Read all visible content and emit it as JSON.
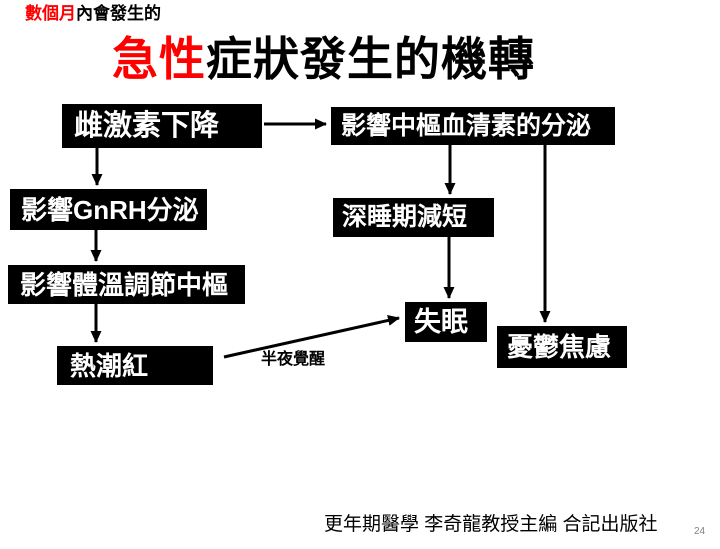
{
  "header": {
    "subtitle_red": "數個月",
    "subtitle_black": "內會發生的",
    "title_red": "急性",
    "title_black": "症狀發生的機轉"
  },
  "nodes": {
    "estrogen_decline": {
      "label": "雌激素下降"
    },
    "serotonin_secretion": {
      "label": "影響中樞血清素的分泌"
    },
    "gnrh_secretion": {
      "label": "影響GnRH分泌"
    },
    "thermoregulation": {
      "label": "影響體溫調節中樞"
    },
    "deep_sleep_shorten": {
      "label": "深睡期減短"
    },
    "hot_flash": {
      "label": "熱潮紅"
    },
    "insomnia": {
      "label": "失眠"
    },
    "anxiety_depression": {
      "label": "憂鬱焦慮"
    }
  },
  "annotations": {
    "midnight_waking": "半夜覺醒"
  },
  "footer": {
    "reference": "更年期醫學 李奇龍教授主編 合記出版社",
    "page_number": "24"
  },
  "colors": {
    "accent_red": "#ff0000",
    "node_background": "#000000",
    "node_text": "#ffffff",
    "page_number_gray": "#808080"
  }
}
